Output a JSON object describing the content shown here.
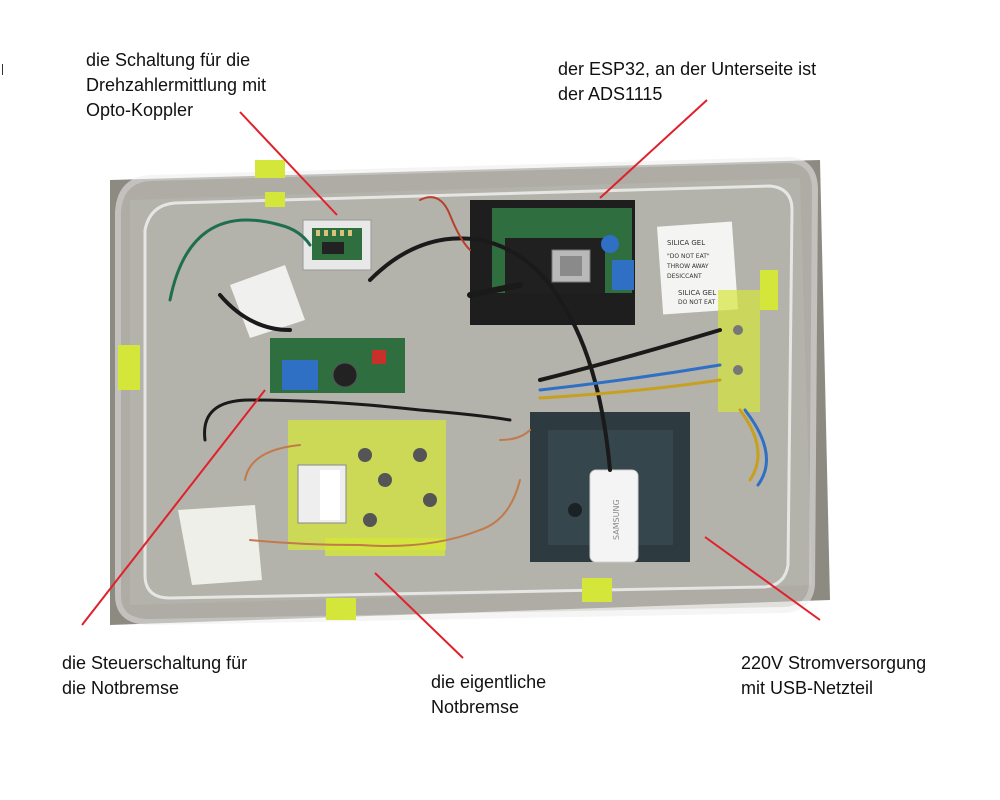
{
  "labels": {
    "drehzahl": [
      "die Schaltung für die",
      "Drehzahlermittlung mit",
      "Opto-Koppler"
    ],
    "esp32": [
      "der ESP32, an der Unterseite ist",
      "der ADS1115"
    ],
    "steuer": [
      "die Steuerschaltung für",
      "die Notbremse"
    ],
    "notbremse": [
      "die eigentliche",
      "Notbremse"
    ],
    "strom": [
      "220V Stromversorgung",
      "mit USB-Netzteil"
    ]
  },
  "product_text": {
    "silica_1": [
      "SILICA GEL",
      "\"DO NOT EAT\"",
      "THROW AWAY",
      "DESICCANT"
    ],
    "silica_2": [
      "SILICA GEL",
      "DO NOT EAT"
    ],
    "brand": "SAMSUNG"
  },
  "colors": {
    "arrow": "#e0202a",
    "pcb_green": "#2f6e3e",
    "acrylic_yellow": "#d4e63a",
    "socket": "#2d3a40",
    "relay": "#2f6fc4"
  }
}
